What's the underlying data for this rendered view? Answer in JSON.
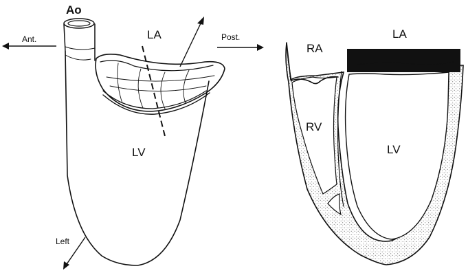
{
  "left_panel": {
    "labels": {
      "aorta": "Ao",
      "left_atrium": "LA",
      "left_ventricle": "LV",
      "anterior": "Ant.",
      "posterior": "Post.",
      "left": "Left"
    }
  },
  "right_panel": {
    "labels": {
      "right_atrium": "RA",
      "left_atrium": "LA",
      "right_ventricle": "RV",
      "left_ventricle": "LV"
    }
  },
  "colors": {
    "ink": "#111111",
    "stipple": "#555555",
    "background": "#ffffff"
  }
}
